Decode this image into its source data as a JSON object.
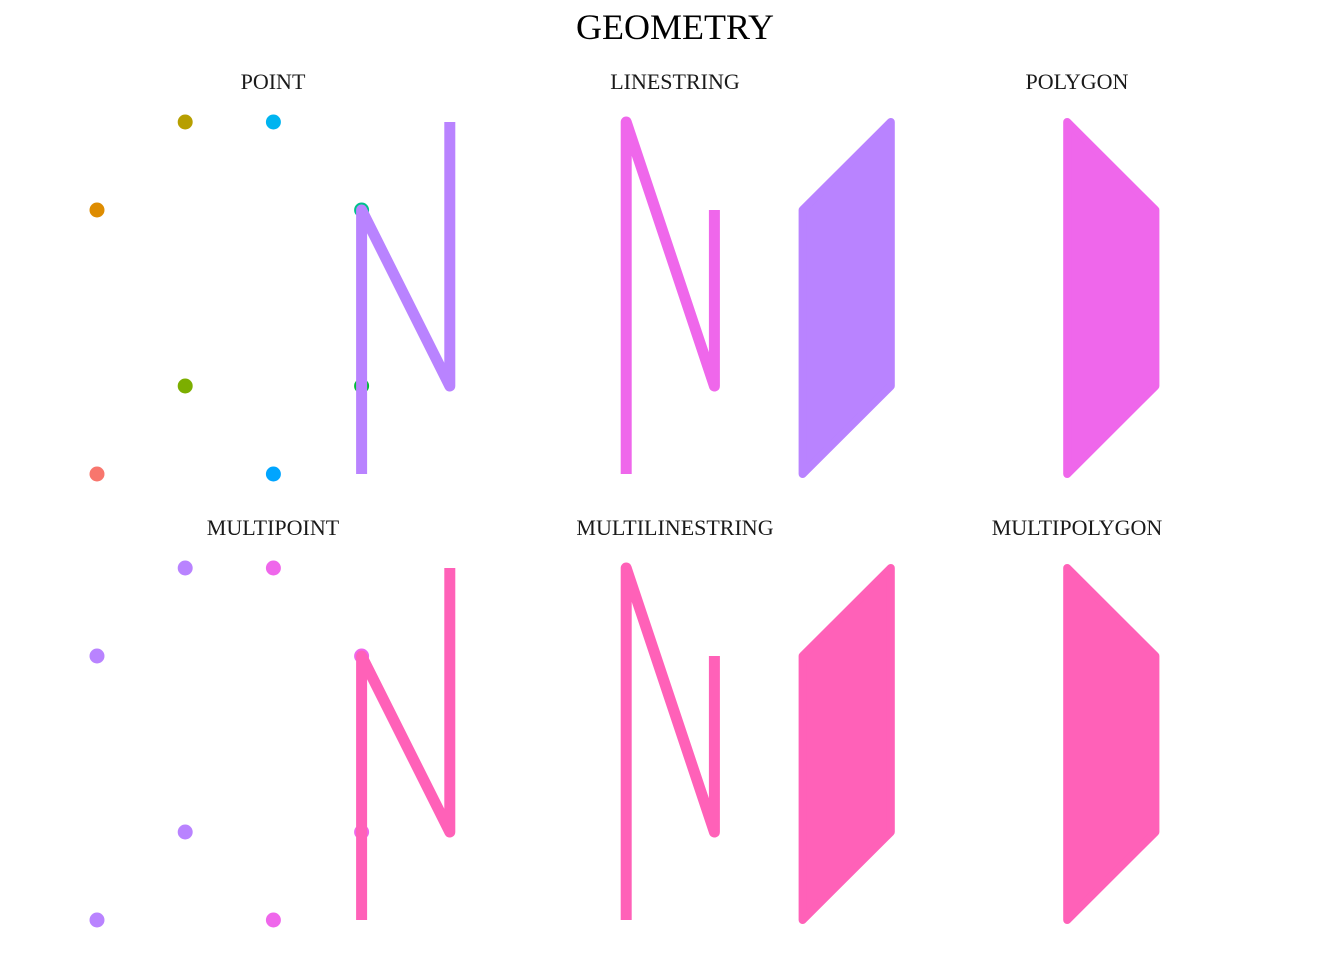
{
  "title": "GEOMETRY",
  "panels": [
    {
      "label": "POINT",
      "points": [
        {
          "x": 0,
          "y": 0,
          "color": "#F8766D"
        },
        {
          "x": 0,
          "y": 3,
          "color": "#DE8C00"
        },
        {
          "x": 1,
          "y": 1,
          "color": "#7CAE00"
        },
        {
          "x": 1,
          "y": 4,
          "color": "#B79F00"
        },
        {
          "x": 3,
          "y": 1,
          "color": "#00BA38"
        },
        {
          "x": 3,
          "y": 3,
          "color": "#00C08B"
        },
        {
          "x": 2,
          "y": 0,
          "color": "#00A5FF"
        },
        {
          "x": 2,
          "y": 4,
          "color": "#00B4F0"
        }
      ]
    },
    {
      "label": "LINESTRING",
      "lines": [
        {
          "color": "#B983FF",
          "points": [
            [
              3,
              0
            ],
            [
              3,
              3
            ],
            [
              4,
              1
            ],
            [
              4,
              4
            ]
          ]
        },
        {
          "color": "#EF67EB",
          "points": [
            [
              6,
              0
            ],
            [
              6,
              4
            ],
            [
              7,
              1
            ],
            [
              7,
              3
            ]
          ]
        }
      ]
    },
    {
      "label": "POLYGON",
      "polygons": [
        {
          "color": "#B983FF",
          "points": [
            [
              8,
              0
            ],
            [
              8,
              3
            ],
            [
              9,
              4
            ],
            [
              9,
              1
            ]
          ]
        },
        {
          "color": "#EF67EB",
          "points": [
            [
              11,
              0
            ],
            [
              11,
              4
            ],
            [
              12,
              3
            ],
            [
              12,
              1
            ]
          ]
        }
      ]
    },
    {
      "label": "MULTIPOINT",
      "points": [
        {
          "x": 0,
          "y": 0,
          "color": "#B983FF"
        },
        {
          "x": 0,
          "y": 3,
          "color": "#B983FF"
        },
        {
          "x": 1,
          "y": 1,
          "color": "#B983FF"
        },
        {
          "x": 1,
          "y": 4,
          "color": "#B983FF"
        },
        {
          "x": 3,
          "y": 1,
          "color": "#EF67EB"
        },
        {
          "x": 3,
          "y": 3,
          "color": "#EF67EB"
        },
        {
          "x": 2,
          "y": 0,
          "color": "#EF67EB"
        },
        {
          "x": 2,
          "y": 4,
          "color": "#EF67EB"
        }
      ]
    },
    {
      "label": "MULTILINESTRING",
      "lines": [
        {
          "color": "#FF61B8",
          "points": [
            [
              3,
              0
            ],
            [
              3,
              3
            ],
            [
              4,
              1
            ],
            [
              4,
              4
            ]
          ]
        },
        {
          "color": "#FF61B8",
          "points": [
            [
              6,
              0
            ],
            [
              6,
              4
            ],
            [
              7,
              1
            ],
            [
              7,
              3
            ]
          ]
        }
      ]
    },
    {
      "label": "MULTIPOLYGON",
      "polygons": [
        {
          "color": "#FF61B8",
          "points": [
            [
              8,
              0
            ],
            [
              8,
              3
            ],
            [
              9,
              4
            ],
            [
              9,
              1
            ]
          ]
        },
        {
          "color": "#FF61B8",
          "points": [
            [
              11,
              0
            ],
            [
              11,
              4
            ],
            [
              12,
              3
            ],
            [
              12,
              1
            ]
          ]
        }
      ]
    }
  ]
}
